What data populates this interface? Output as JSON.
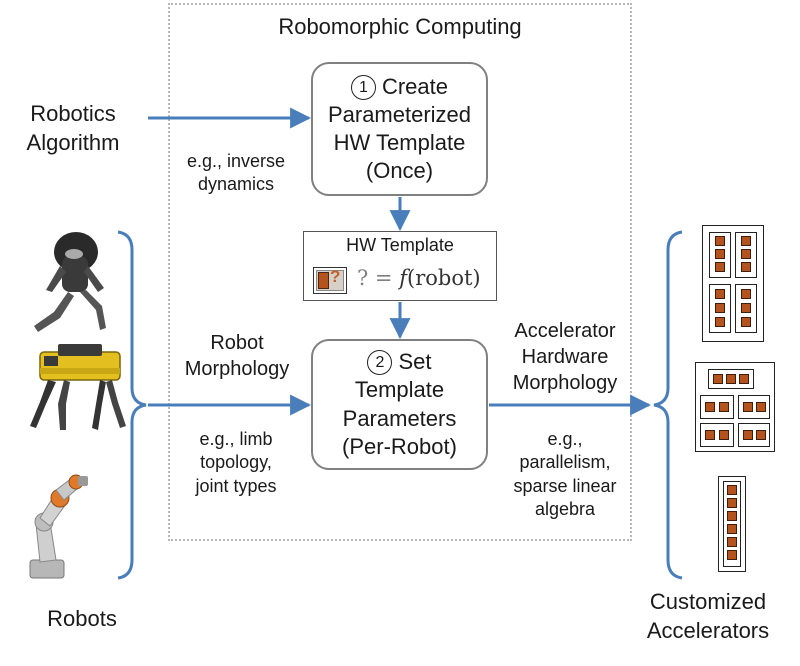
{
  "title": "Robomorphic Computing",
  "inputs": {
    "algorithm": [
      "Robotics",
      "Algorithm"
    ],
    "algorithm_example": [
      "e.g., inverse",
      "dynamics"
    ],
    "morphology": [
      "Robot",
      "Morphology"
    ],
    "morphology_example": [
      "e.g., limb",
      "topology,",
      "joint types"
    ],
    "robots_label": "Robots"
  },
  "steps": [
    {
      "number": "1",
      "lines": [
        "Create",
        "Parameterized",
        "HW Template",
        "(Once)"
      ]
    },
    {
      "number": "2",
      "lines": [
        "Set",
        "Template",
        "Parameters",
        "(Per-Robot)"
      ]
    }
  ],
  "template": {
    "title": "HW Template",
    "placeholder": "?",
    "formula_lhs": "? = ",
    "formula_fn": "f",
    "formula_arg": "(robot)"
  },
  "outputs": {
    "hw_morphology": [
      "Accelerator",
      "Hardware",
      "Morphology"
    ],
    "hw_example": [
      "e.g.,",
      "parallelism,",
      "sparse linear",
      "algebra"
    ],
    "accelerators_label": [
      "Customized",
      "Accelerators"
    ]
  },
  "robots": [
    {
      "name": "humanoid-robot-image"
    },
    {
      "name": "quadruped-robot-image"
    },
    {
      "name": "robot-arm-image"
    }
  ],
  "colors": {
    "arrow": "#4a7ebb",
    "box_border": "#808080",
    "processing_element": "#b5531e",
    "dashed_border": "#b8b8b8"
  }
}
